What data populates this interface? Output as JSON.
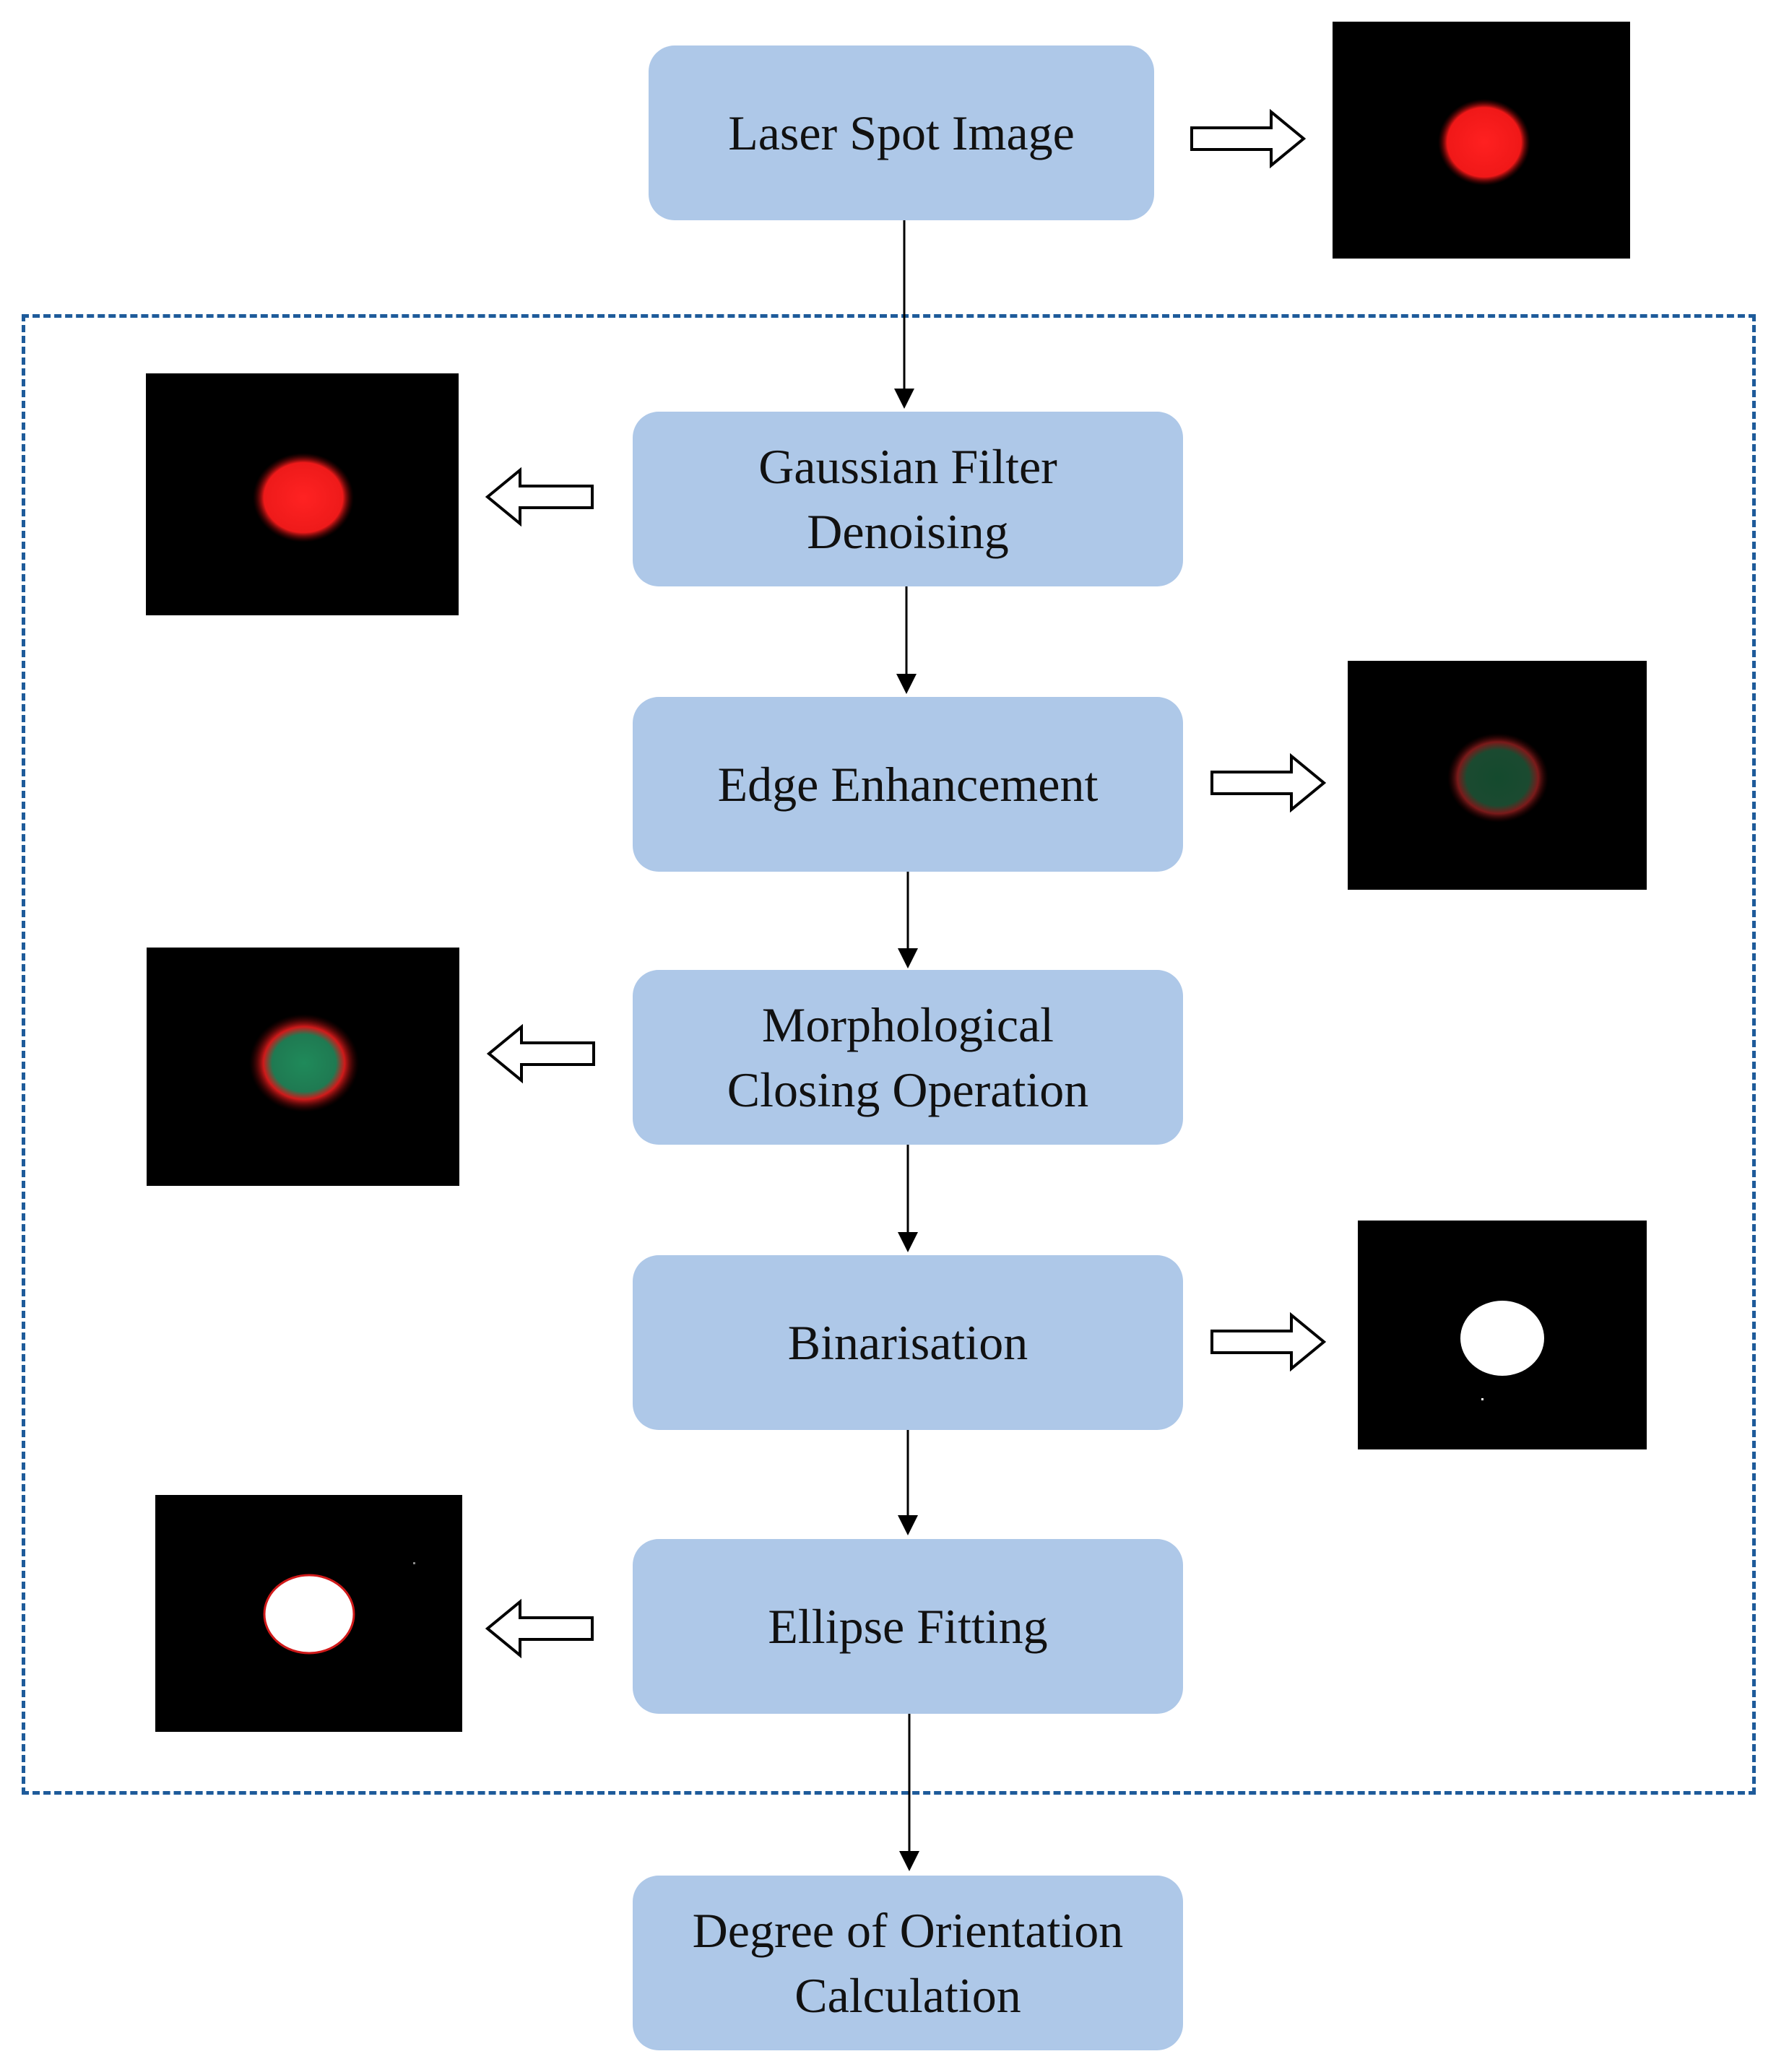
{
  "steps": {
    "laser_spot": {
      "line1": "Laser Spot Image"
    },
    "gaussian": {
      "line1": "Gaussian Filter",
      "line2": "Denoising"
    },
    "edge": {
      "line1": "Edge Enhancement"
    },
    "morph": {
      "line1": "Morphological",
      "line2": "Closing Operation"
    },
    "binarisation": {
      "line1": "Binarisation"
    },
    "ellipse": {
      "line1": "Ellipse Fitting"
    },
    "orientation": {
      "line1": "Degree of Orientation",
      "line2": "Calculation"
    }
  },
  "colors": {
    "box_fill": "#aec8e8",
    "dashed_border": "#1e5b9a",
    "spot_red": "#ff1a1a",
    "spot_green": "#1f8a5a"
  }
}
